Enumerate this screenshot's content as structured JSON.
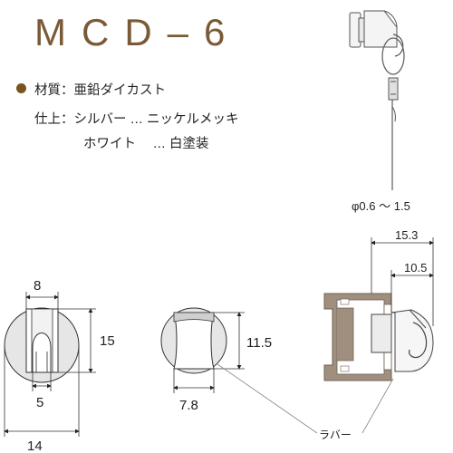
{
  "title": "MCD–6",
  "specs": {
    "material_label": "材質",
    "material_value": "亜鉛ダイカスト",
    "finish_label": "仕上",
    "finish_option_1": "シルバー … ニッケルメッキ",
    "finish_option_2": "ホワイト 　… 白塗装"
  },
  "wire_diameter": "φ0.6 〜 1.5",
  "dimensions": {
    "front_width_top": "8",
    "front_height": "15",
    "front_width_inner": "5",
    "front_width_total": "14",
    "side_height": "11.5",
    "side_width": "7.8",
    "rail_depth_total": "15.3",
    "rail_depth_inner": "10.5"
  },
  "rubber_label": "ラバー",
  "colors": {
    "title": "#7a5a36",
    "rail": "#a08f7e",
    "body_gray": "#e6e6e6"
  }
}
